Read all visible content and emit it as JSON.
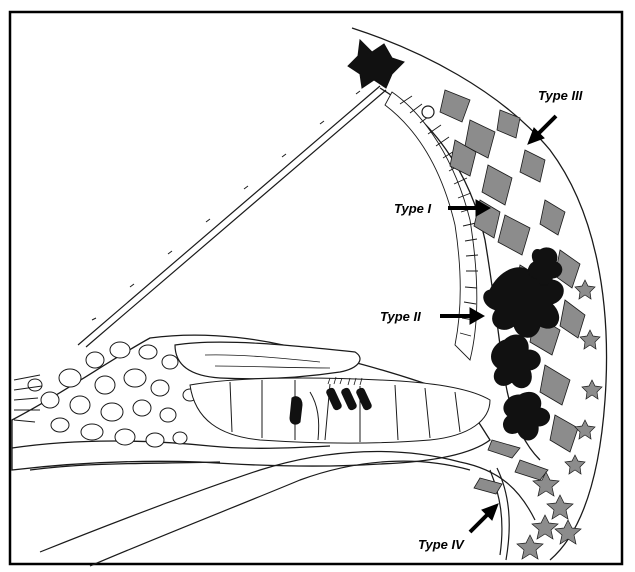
{
  "labels": {
    "type_i": "Type I",
    "type_ii": "Type II",
    "type_iii": "Type III",
    "type_iv": "Type IV"
  },
  "colors": {
    "line": "#1a1a1a",
    "dark_fill": "#111111",
    "grey_fill": "#8c8c8c",
    "background": "#ffffff"
  }
}
